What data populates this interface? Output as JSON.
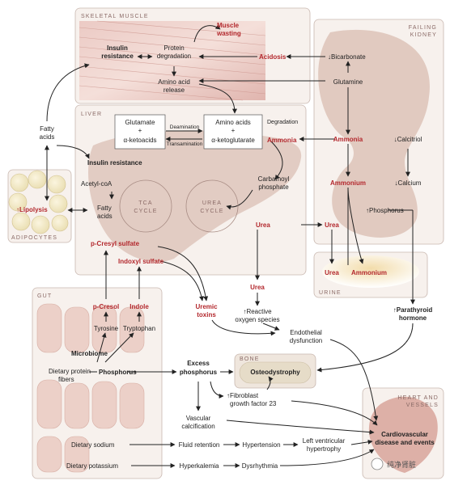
{
  "sections": {
    "skeletal_muscle": "SKELETAL MUSCLE",
    "liver": "LIVER",
    "adipocytes": "ADIPOCYTES",
    "gut": "GUT",
    "failing_kidney_1": "FAILING",
    "failing_kidney_2": "KIDNEY",
    "urine": "URINE",
    "bone": "BONE",
    "heart_1": "HEART AND",
    "heart_2": "VESSELS"
  },
  "muscle": {
    "muscle_wasting_1": "Muscle",
    "muscle_wasting_2": "wasting",
    "protein_degradation_1": "Protein",
    "protein_degradation_2": "degradation",
    "insulin_resistance_1": "Insulin",
    "insulin_resistance_2": "resistance",
    "amino_acid_release_1": "Amino acid",
    "amino_acid_release_2": "release",
    "acidosis": "Acidosis"
  },
  "kidney": {
    "bicarbonate": "↓Bicarbonate",
    "glutamine": "Glutamine",
    "ammonia": "Ammonia",
    "ammonium": "Ammonium",
    "calcitriol": "↓Calcitriol",
    "calcium": "↓Calcium",
    "phosphorus": "↑Phosphorus",
    "urea": "Urea"
  },
  "liver": {
    "glutamate": "Glutamate",
    "plus1": "+",
    "ketoacids": "α-ketoacids",
    "deamination": "Deamination",
    "transamination": "Transamination",
    "amino_acids": "Amino acids",
    "plus2": "+",
    "ketoglutarate": "α-ketoglutarate",
    "degradation": "Degradation",
    "ammonia": "Ammonia",
    "carbamoyl_1": "Carbamoyl",
    "carbamoyl_2": "phosphate",
    "fatty_acids_1": "Fatty",
    "fatty_acids_2": "acids",
    "insulin_resistance": "Insulin resistance",
    "acetyl_coa": "Acetyl-coA",
    "fatty_acids_3": "Fatty",
    "fatty_acids_4": "acids",
    "tca_1": "TCA",
    "tca_2": "CYCLE",
    "urea_cycle_1": "UREA",
    "urea_cycle_2": "CYCLE",
    "urea": "Urea",
    "pcresyl_sulfate": "p-Cresyl sulfate",
    "indoxyl_sulfate": "Indoxyl sulfate"
  },
  "adipocytes": {
    "lipolysis": "↑Lipolysis"
  },
  "urine": {
    "urea": "Urea",
    "ammonium": "Ammonium"
  },
  "middle": {
    "urea": "Urea",
    "uremic_toxins_1": "Uremic",
    "uremic_toxins_2": "toxins",
    "ros_1": "↑Reactive",
    "ros_2": "oxygen species",
    "endothelial_1": "Endothelial",
    "endothelial_2": "dysfunction",
    "pth_1": "↑Parathyroid",
    "pth_2": "hormone"
  },
  "gut": {
    "pcresol": "p-Cresol",
    "indole": "Indole",
    "tyrosine": "Tyrosine",
    "tryptophan": "Tryptophan",
    "microbiome": "Microbiome",
    "dietary_protein_1": "Dietary protein",
    "dietary_protein_2": "fibers",
    "phosphorus": "Phosphorus",
    "dietary_sodium": "Dietary sodium",
    "dietary_potassium": "Dietary potassium"
  },
  "bottom": {
    "excess_phosphorus_1": "Excess",
    "excess_phosphorus_2": "phosphorus",
    "osteodystrophy": "Osteodystrophy",
    "fgf23_1": "↑Fibroblast",
    "fgf23_2": "growth factor 23",
    "vascular_calc_1": "Vascular",
    "vascular_calc_2": "calcification",
    "fluid_retention": "Fluid retention",
    "hypertension": "Hypertension",
    "lvh_1": "Left ventricular",
    "lvh_2": "hypertrophy",
    "hyperkalemia": "Hyperkalemia",
    "dysrhythmia": "Dysrhythmia",
    "cv_disease_1": "Cardiovascular",
    "cv_disease_2": "disease and events"
  },
  "watermark": "纯净肾脏",
  "colors": {
    "red_label": "#b3282d",
    "panel_fill": "#f7f1ed",
    "organ_fill": "#d9bcb0"
  }
}
